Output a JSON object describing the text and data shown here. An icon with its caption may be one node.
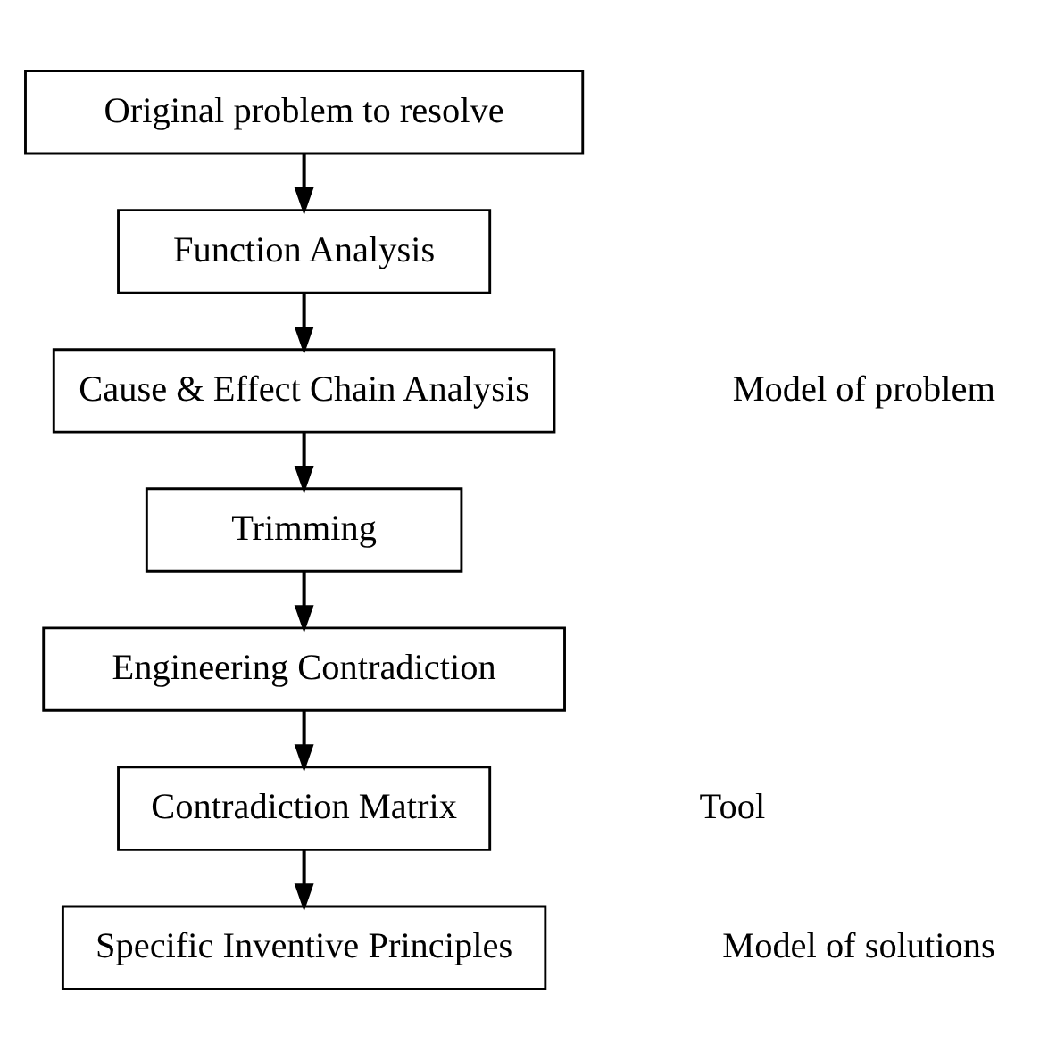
{
  "diagram": {
    "nodes": [
      {
        "text": [
          "Original problem to resolve"
        ]
      },
      {
        "text": [
          "Function Analysis"
        ]
      },
      {
        "text": [
          "Cause & Effect Chain Analysis"
        ]
      },
      {
        "text": [
          "Trimming"
        ]
      },
      {
        "text": [
          "Engineering Contradiction"
        ]
      },
      {
        "text": [
          "Contradiction Matrix"
        ]
      },
      {
        "text": [
          "Specific Inventive Principles"
        ]
      }
    ],
    "edges": [
      {
        "from": 0,
        "to": 1,
        "arrow": "to"
      },
      {
        "from": 1,
        "to": 2,
        "arrow": "to"
      },
      {
        "from": 2,
        "to": 3,
        "arrow": "to"
      },
      {
        "from": 3,
        "to": 4,
        "arrow": "to"
      },
      {
        "from": 4,
        "to": 5,
        "arrow": "to"
      },
      {
        "from": 5,
        "to": 6,
        "arrow": "to"
      }
    ],
    "labels": [
      "Model of problem",
      "Tool",
      "Model of solutions"
    ]
  }
}
